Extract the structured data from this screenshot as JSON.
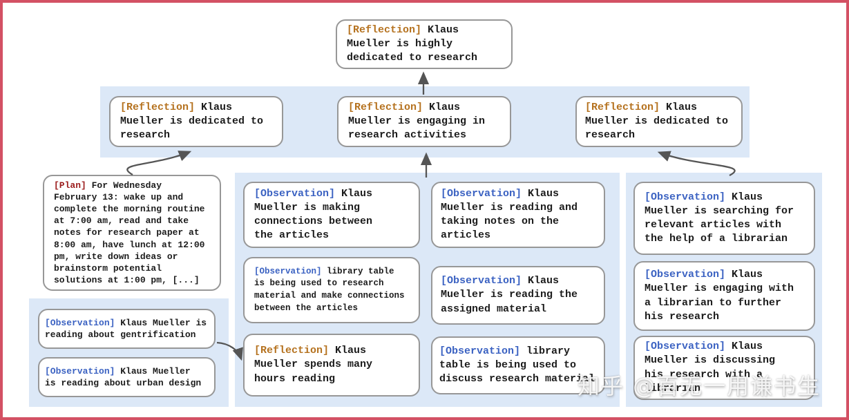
{
  "watermark": {
    "text": "知乎 @百无一用谦书生"
  },
  "colors": {
    "reflection_tag": "#b5721f",
    "observation_tag": "#3b62c2",
    "plan_tag": "#9b1b1b",
    "panel_background": "#dce8f7",
    "node_border": "#979797",
    "arrow": "#555555",
    "outer_frame": "#d35164"
  },
  "nodes": {
    "top_reflection": {
      "tag": "[Reflection]",
      "text": " Klaus\nMueller is highly\ndedicated to research"
    },
    "refl_left": {
      "tag": "[Reflection]",
      "text": " Klaus\nMueller is dedicated to\nresearch"
    },
    "refl_center": {
      "tag": "[Reflection]",
      "text": " Klaus\nMueller is engaging in\nresearch activities"
    },
    "refl_right": {
      "tag": "[Reflection]",
      "text": " Klaus\nMueller is dedicated to\nresearch"
    },
    "plan": {
      "tag": "[Plan]",
      "text": " For Wednesday\nFebruary 13: wake up and\ncomplete the morning routine\nat 7:00 am, read and take\nnotes for research paper at\n8:00 am, have lunch at 12:00\npm, write down ideas or\nbrainstorm potential\nsolutions at 1:00 pm, [...]"
    },
    "obs_gentrification": {
      "tag": "[Observation]",
      "text": " Klaus Mueller is\nreading about gentrification"
    },
    "obs_urban_design": {
      "tag": "[Observation]",
      "text": " Klaus Mueller\nis reading about urban design"
    },
    "obs_connections": {
      "tag": "[Observation]",
      "text": " Klaus\nMueller is making\nconnections between\nthe articles"
    },
    "obs_library_research": {
      "tag": "[Observation]",
      "text": " library table\nis being used to research\nmaterial and make connections\nbetween the articles"
    },
    "refl_hours_reading": {
      "tag": "[Reflection]",
      "text": " Klaus\nMueller spends many\nhours reading"
    },
    "obs_reading_notes": {
      "tag": "[Observation]",
      "text": " Klaus\nMueller is reading and\ntaking notes on the\narticles"
    },
    "obs_assigned_material": {
      "tag": "[Observation]",
      "text": " Klaus\nMueller is reading the\nassigned material"
    },
    "obs_library_discuss": {
      "tag": "[Observation]",
      "text": " library\ntable is being used to\ndiscuss research material"
    },
    "obs_searching_articles": {
      "tag": "[Observation]",
      "text": " Klaus\nMueller is searching for\nrelevant articles with\nthe help of a librarian"
    },
    "obs_engaging_librarian": {
      "tag": "[Observation]",
      "text": " Klaus\nMueller is engaging with\na librarian to further\nhis research"
    },
    "obs_discussing_research": {
      "tag": "[Observation]",
      "text": " Klaus\nMueller is discussing\nhis research with a\nlibrarian"
    }
  }
}
